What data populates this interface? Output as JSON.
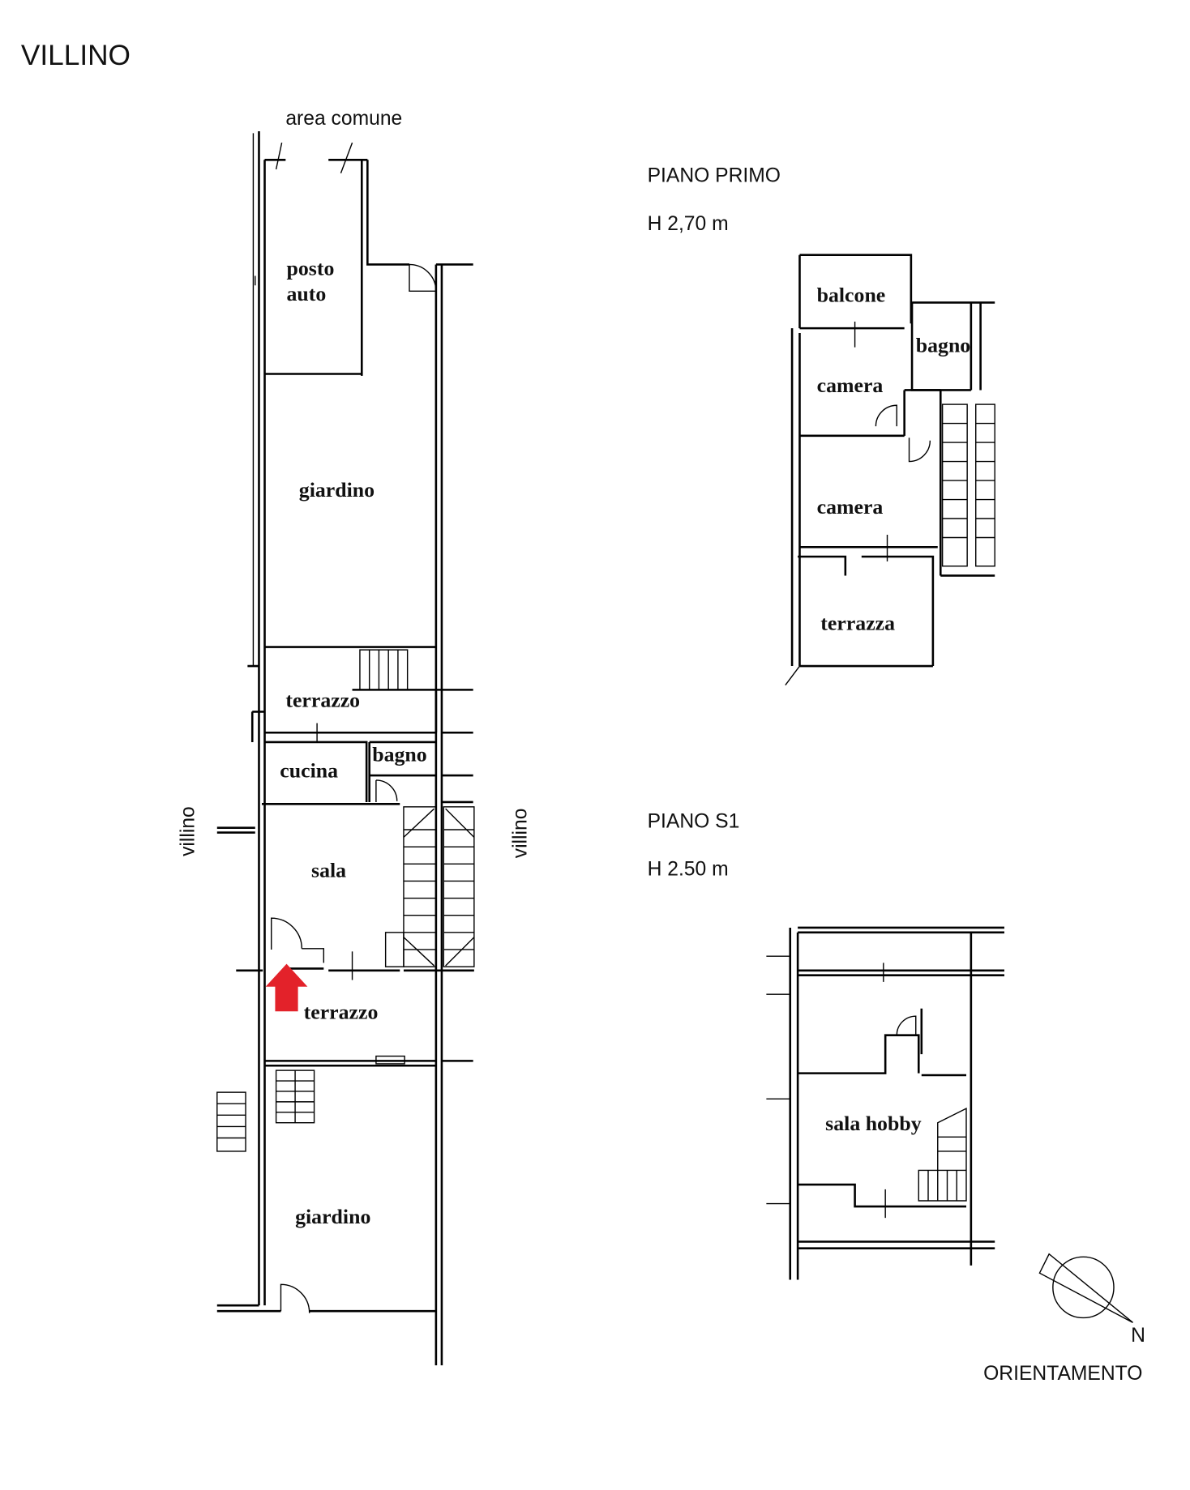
{
  "title": "VILLINO",
  "ground_floor": {
    "area_label": "area comune",
    "side_left": "villino",
    "side_right": "villino",
    "rooms": {
      "posto_auto_1": "posto",
      "posto_auto_2": "auto",
      "giardino_top": "giardino",
      "terrazzo_top": "terrazzo",
      "cucina": "cucina",
      "bagno": "bagno",
      "sala": "sala",
      "terrazzo_bottom": "terrazzo",
      "giardino_bottom": "giardino"
    },
    "entrance_marker_color": "#e3222a"
  },
  "first_floor": {
    "title": "PIANO PRIMO",
    "height": "H 2,70 m",
    "rooms": {
      "balcone": "balcone",
      "bagno": "bagno",
      "camera_1": "camera",
      "camera_2": "camera",
      "terrazza": "terrazza"
    }
  },
  "basement": {
    "title": "PIANO S1",
    "height": "H 2.50 m",
    "rooms": {
      "sala_hobby": "sala hobby"
    }
  },
  "compass": {
    "north_label": "N",
    "caption": "ORIENTAMENTO"
  }
}
